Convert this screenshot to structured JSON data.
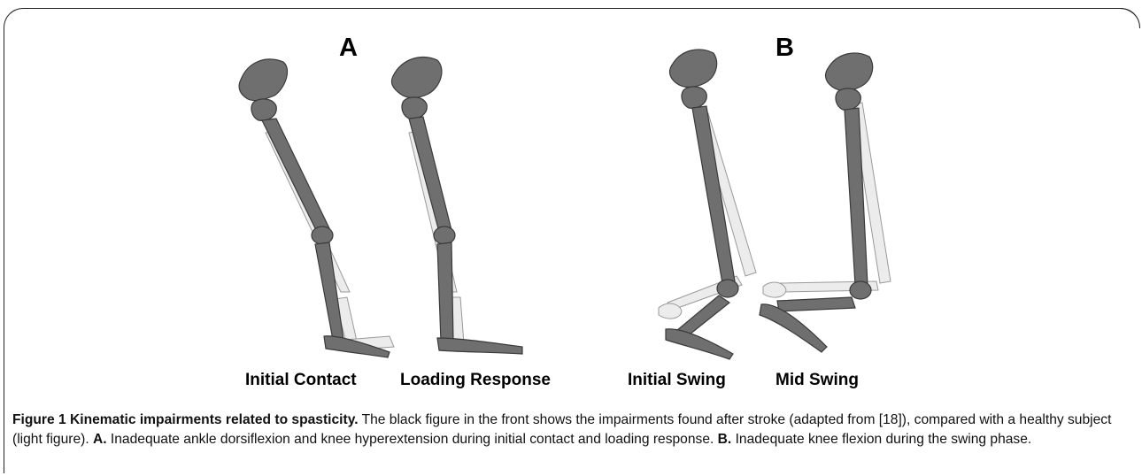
{
  "panels": [
    {
      "letter": "A",
      "labels": [
        "Initial Contact",
        "Loading Response"
      ]
    },
    {
      "letter": "B",
      "labels": [
        "Initial Swing",
        "Mid Swing"
      ]
    }
  ],
  "caption": {
    "title": "Figure 1 Kinematic impairments related to spasticity.",
    "text1": " The black figure in the front shows the impairments found after stroke (adapted from [18]), compared with a healthy subject (light figure). ",
    "a_label": "A.",
    "a_text": " Inadequate ankle dorsiflexion and knee hyperextension during initial contact and loading response. ",
    "b_label": "B.",
    "b_text": " Inadequate knee flexion during the swing phase."
  }
}
